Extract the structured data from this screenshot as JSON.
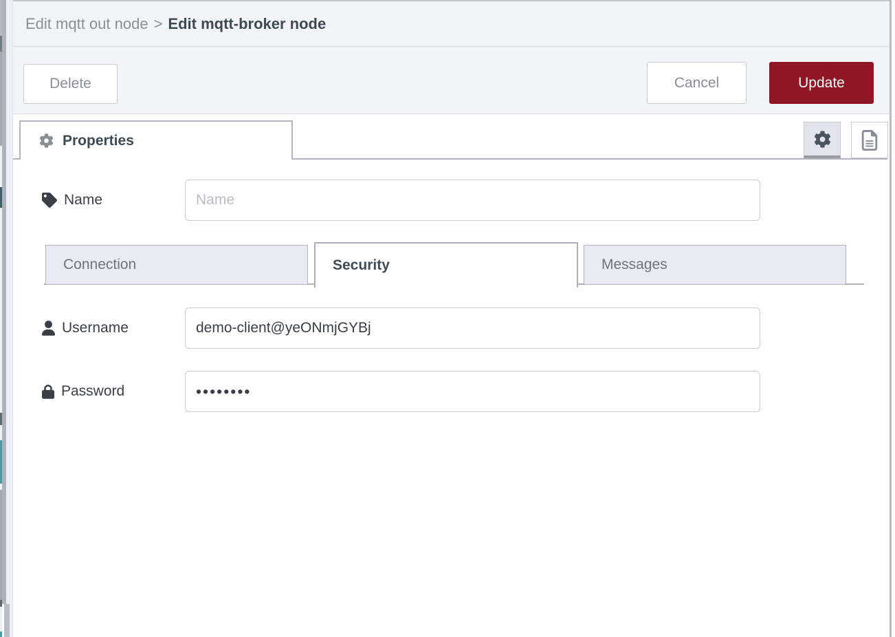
{
  "header": {
    "breadcrumb": {
      "parent": "Edit mqtt out node",
      "separator": ">",
      "current": "Edit mqtt-broker node"
    }
  },
  "toolbar": {
    "delete_label": "Delete",
    "cancel_label": "Cancel",
    "update_label": "Update"
  },
  "editor": {
    "properties_tab_label": "Properties"
  },
  "form": {
    "name": {
      "label": "Name",
      "placeholder": "Name",
      "value": ""
    },
    "tabs": [
      {
        "label": "Connection",
        "active": false
      },
      {
        "label": "Security",
        "active": true
      },
      {
        "label": "Messages",
        "active": false
      }
    ],
    "username": {
      "label": "Username",
      "value": "demo-client@yeONmjGYBj"
    },
    "password": {
      "label": "Password",
      "masked_value": "••••••••"
    }
  },
  "colors": {
    "accent_red": "#8e1625",
    "tray_header_bg": "#f3f3fa",
    "inactive_tab_bg": "#e9eaf4",
    "dark_text": "#3d4a54"
  }
}
